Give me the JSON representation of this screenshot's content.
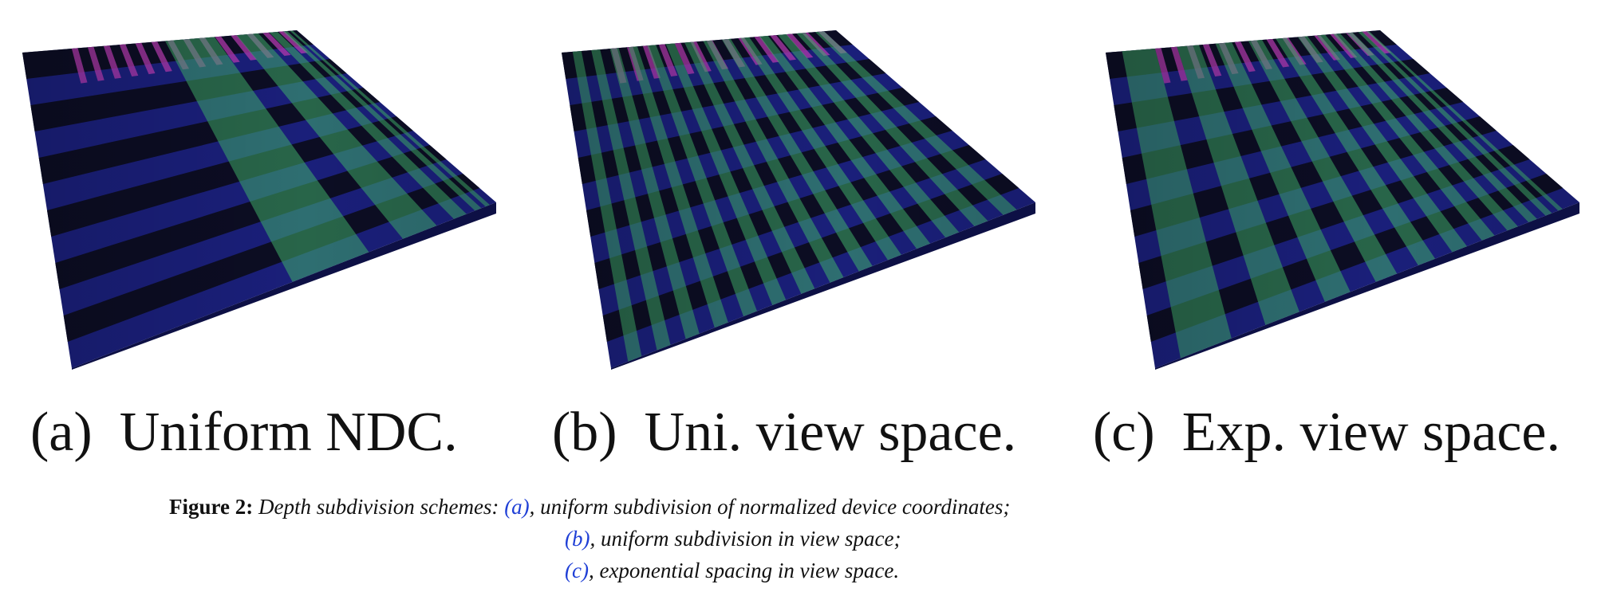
{
  "figure": {
    "panels": [
      {
        "tag": "(a)",
        "title": "Uniform NDC."
      },
      {
        "tag": "(b)",
        "title": "Uni. view space."
      },
      {
        "tag": "(c)",
        "title": "Exp. view space."
      }
    ],
    "caption": {
      "label": "Figure 2:",
      "intro": "Depth subdivision schemes: ",
      "items": [
        {
          "ref": "(a)",
          "text": ", uniform subdivision of normalized device coordinates;"
        },
        {
          "ref": "(b)",
          "text": ", uniform subdivision in view space;"
        },
        {
          "ref": "(c)",
          "text": ", exponential spacing in view space."
        }
      ]
    },
    "colors": {
      "base_blue": "#1a1f7a",
      "stripe_dark": "#0b0b14",
      "stripe_magenta": "#b43bb0",
      "slab_green": "#3fae6a",
      "reference_link": "#1f3fd6"
    }
  }
}
